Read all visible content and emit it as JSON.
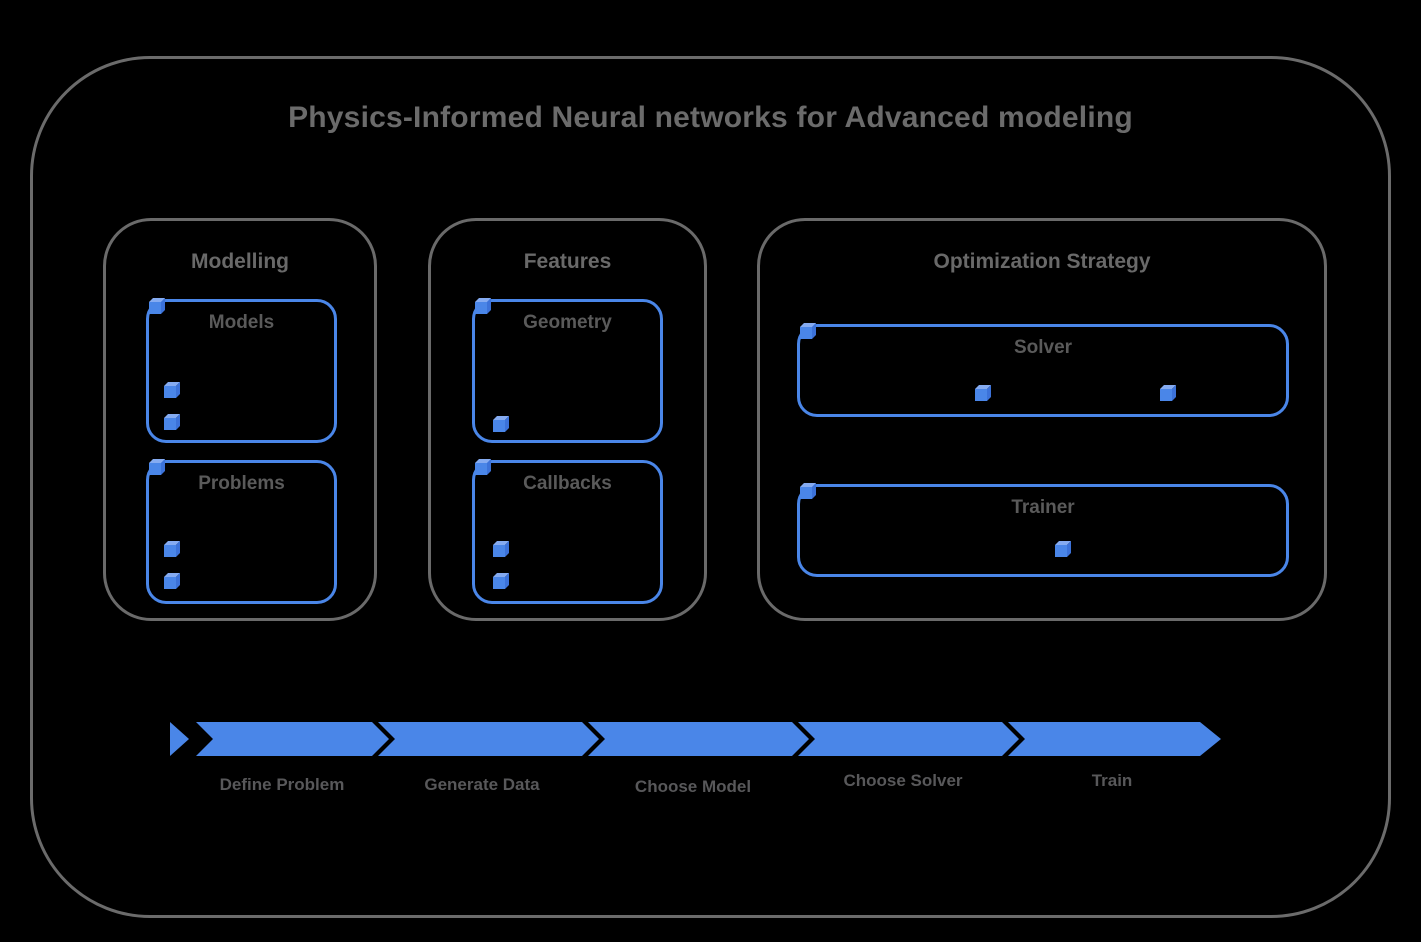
{
  "title": "Physics-Informed Neural networks for Advanced modeling",
  "colors": {
    "background": "#000000",
    "accent_blue": "#4a86e8",
    "cube_top_blue": "#85abf1",
    "cube_side_blue": "#3c72d9",
    "border_gray": "#6b6b6b",
    "text_gray": "#5a5a5a"
  },
  "icons": {
    "bullet": "cube-icon"
  },
  "groups": [
    {
      "label": "Modelling",
      "boxes": [
        {
          "label": "Models",
          "bullet_count": 3
        },
        {
          "label": "Problems",
          "bullet_count": 3
        }
      ]
    },
    {
      "label": "Features",
      "boxes": [
        {
          "label": "Geometry",
          "bullet_count": 2
        },
        {
          "label": "Callbacks",
          "bullet_count": 3
        }
      ]
    },
    {
      "label": "Optimization Strategy",
      "boxes": [
        {
          "label": "Solver",
          "bullet_count": 3
        },
        {
          "label": "Trainer",
          "bullet_count": 2
        }
      ]
    }
  ],
  "flow_steps": [
    "Define Problem",
    "Generate Data",
    "Choose Model",
    "Choose Solver",
    "Train"
  ]
}
